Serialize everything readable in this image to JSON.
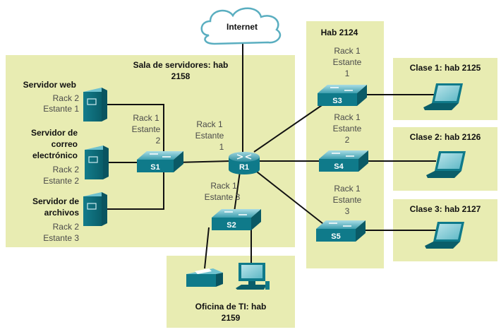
{
  "colors": {
    "zone_fill": "#e8ecb2",
    "device_teal": "#0f7a8a",
    "device_light": "#8fd0da",
    "link": "#111111",
    "cloud_fill": "#ffffff",
    "cloud_stroke": "#5aaec0"
  },
  "internet": {
    "label": "Internet",
    "icon": "cloud-icon"
  },
  "server_room": {
    "title_line1": "Sala de servidores: hab",
    "title_line2": "2158"
  },
  "servers": {
    "web": {
      "name_line1": "Servidor web",
      "rack": "Rack 2",
      "shelf": "Estante 1",
      "icon": "server-icon"
    },
    "mail": {
      "name_line1": "Servidor de",
      "name_line2": "correo",
      "name_line3": "electrónico",
      "rack": "Rack 2",
      "shelf": "Estante 2",
      "icon": "server-icon"
    },
    "files": {
      "name_line1": "Servidor de",
      "name_line2": "archivos",
      "rack": "Rack 2",
      "shelf": "Estante 3",
      "icon": "server-icon"
    }
  },
  "switches": {
    "s1": {
      "label": "S1",
      "rack": "Rack 1",
      "shelf": "Estante",
      "shelf_num": "2",
      "icon": "switch-icon"
    },
    "s2": {
      "label": "S2",
      "rack": "Rack 1",
      "shelf": "Estante 3",
      "icon": "switch-icon"
    },
    "s3": {
      "label": "S3",
      "rack": "Rack 1",
      "shelf": "Estante",
      "shelf_num": "1",
      "icon": "switch-icon"
    },
    "s4": {
      "label": "S4",
      "rack": "Rack 1",
      "shelf": "Estante",
      "shelf_num": "2",
      "icon": "switch-icon"
    },
    "s5": {
      "label": "S5",
      "rack": "Rack 1",
      "shelf": "Estante",
      "shelf_num": "3",
      "icon": "switch-icon"
    }
  },
  "router": {
    "label": "R1",
    "rack": "Rack 1",
    "shelf": "Estante",
    "shelf_num": "1",
    "icon": "router-icon"
  },
  "hab2124": {
    "title": "Hab 2124"
  },
  "classes": {
    "c1": {
      "title": "Clase 1: hab 2125",
      "icon": "laptop-icon"
    },
    "c2": {
      "title": "Clase 2: hab 2126",
      "icon": "laptop-icon"
    },
    "c3": {
      "title": "Clase 3: hab 2127",
      "icon": "laptop-icon"
    }
  },
  "it_office": {
    "title_line1": "Oficina de TI: hab",
    "title_line2": "2159",
    "printer_icon": "printer-icon",
    "pc_icon": "desktop-pc-icon"
  }
}
